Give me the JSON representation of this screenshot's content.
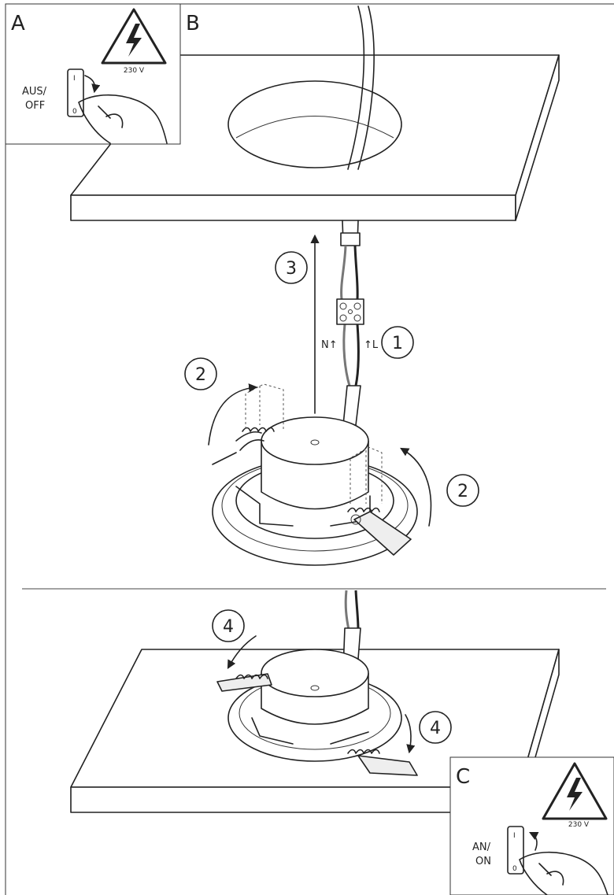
{
  "panels": {
    "a": "A",
    "b": "B",
    "c": "C"
  },
  "warning": {
    "voltage": "230 V"
  },
  "switch_off": {
    "line1": "AUS/",
    "line2": "OFF",
    "on_mark": "I",
    "off_mark": "0"
  },
  "switch_on": {
    "line1": "AN/",
    "line2": "ON",
    "on_mark": "I",
    "off_mark": "0"
  },
  "wires": {
    "neutral": "N↑",
    "live": "↑L"
  },
  "steps": {
    "connect": "1",
    "springs_up": "2",
    "insert": "3",
    "release": "4"
  }
}
